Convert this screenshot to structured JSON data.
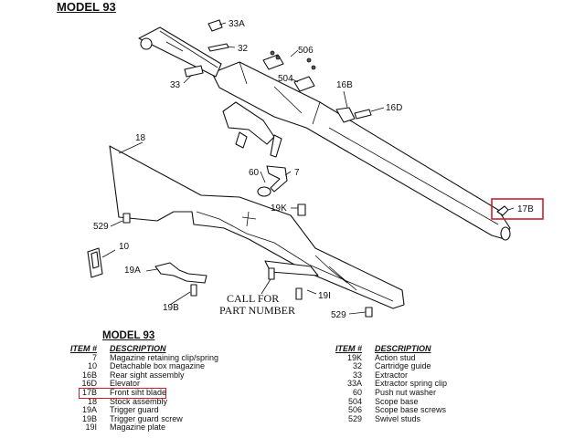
{
  "title": "MODEL 93",
  "callout": [
    "CALL FOR",
    "PART NUMBER"
  ],
  "labels": {
    "p33a": "33A",
    "p32": "32",
    "p33": "33",
    "p506": "506",
    "p504": "504",
    "p16b": "16B",
    "p16d": "16D",
    "p18": "18",
    "p60": "60",
    "p7": "7",
    "p19k": "19K",
    "p17b": "17B",
    "p529a": "529",
    "p10": "10",
    "p19a": "19A",
    "p19b": "19B",
    "p19i": "19I",
    "p529b": "529"
  },
  "table": {
    "title": "MODEL 93",
    "headers": {
      "item": "ITEM #",
      "description": "DESCRIPTION"
    },
    "left": [
      {
        "item": "7",
        "desc": "Magazine retaining clip/spring"
      },
      {
        "item": "10",
        "desc": "Detachable box magazine"
      },
      {
        "item": "16B",
        "desc": "Rear sight assembly"
      },
      {
        "item": "16D",
        "desc": "Elevator"
      },
      {
        "item": "17B",
        "desc": "Front siht blade"
      },
      {
        "item": "18",
        "desc": "Stock assembly"
      },
      {
        "item": "19A",
        "desc": "Trigger guard"
      },
      {
        "item": "19B",
        "desc": "Trigger guard screw"
      },
      {
        "item": "19I",
        "desc": "Magazine plate"
      }
    ],
    "right": [
      {
        "item": "19K",
        "desc": "Action stud"
      },
      {
        "item": "32",
        "desc": "Cartridge guide"
      },
      {
        "item": "33",
        "desc": "Extractor"
      },
      {
        "item": "33A",
        "desc": "Extractor spring clip"
      },
      {
        "item": "60",
        "desc": "Push nut washer"
      },
      {
        "item": "504",
        "desc": "Scope base"
      },
      {
        "item": "506",
        "desc": "Scope base screws"
      },
      {
        "item": "529",
        "desc": "Swivel studs"
      }
    ]
  },
  "highlight_color": "#cc1f2b"
}
